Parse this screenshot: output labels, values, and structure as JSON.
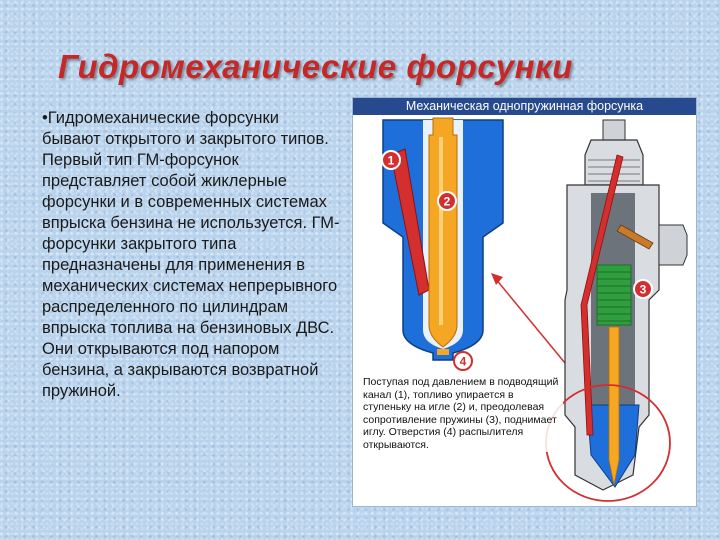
{
  "slide": {
    "title": "Гидромеханические форсунки",
    "body": "•Гидромеханические форсунки бывают открытого и закрытого типов. Первый тип ГМ-форсунок представляет собой жиклерные форсунки и в современных системах впрыска бензина не используется. ГМ-форсунки закрытого типа предназначены для применения в механических системах непрерывного распределенного по цилиндрам впрыска топлива на бензиновых ДВС. Они открываются под напором бензина, а закрываются возвратной пружиной."
  },
  "figure": {
    "header": "Механическая однопружинная форсунка",
    "labels": [
      "1",
      "2",
      "3",
      "4"
    ],
    "caption": "Поступая под давлением в подводящий канал (1), топливо упирается в ступеньку на игле (2) и, преодолевая сопротивление пружины (3), поднимает иглу. Отверстия (4) распылителя открываются.",
    "colors": {
      "nozzle_body": "#1e6fd9",
      "needle": "#f5a623",
      "fuel_channel": "#d32f2f",
      "spring": "#2e9e3e",
      "header_bg": "#274a8f"
    }
  }
}
